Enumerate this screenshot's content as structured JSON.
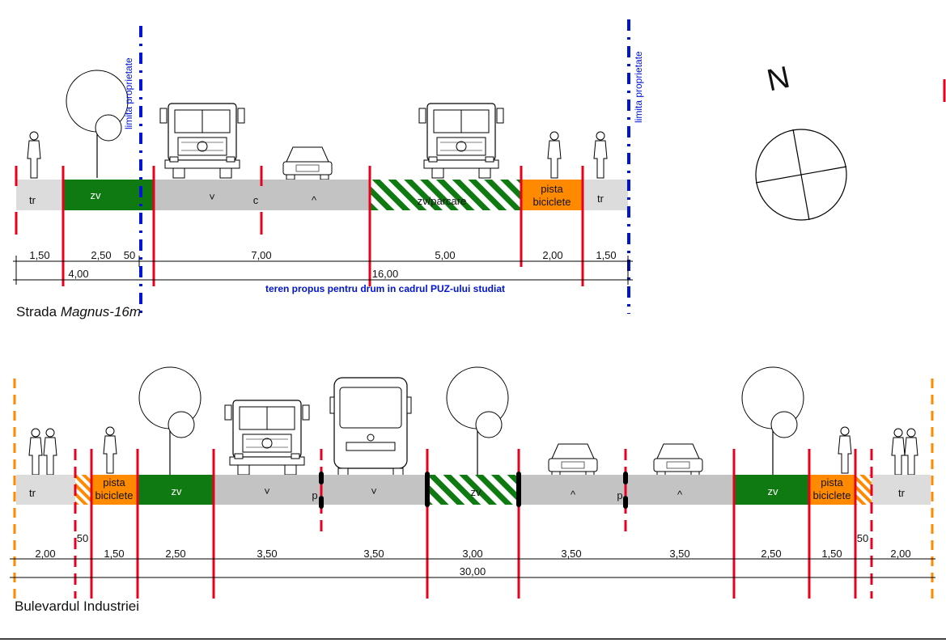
{
  "colors": {
    "sidewalk": "#dcdcdc",
    "green_strip": "#0f7a12",
    "bike_lane": "#ff8a00",
    "roadway": "#c3c3c3",
    "separator_red": "#e8001c",
    "property_line_blue": "#0014d6",
    "dashed_orange": "#ff8a00",
    "dimension_line": "#000000"
  },
  "north_arrow": {
    "label": "N"
  },
  "section_1": {
    "title_prefix": "Strada ",
    "title_name": "Magnus",
    "title_suffix": "-16m",
    "property_label_left": "limita proprietate",
    "property_label_right": "limita proprietate",
    "note": "teren propus pentru drum in cadrul PUZ-ului studiat",
    "bands": {
      "tr_left": "tr",
      "zv": "zv",
      "arrow_down": "˅",
      "c": "c",
      "arrow_up": "^",
      "zv_parcare": "zv/parcare",
      "pista_line1": "pista",
      "pista_line2": "biciclete",
      "tr_right": "tr"
    },
    "dims_top": [
      "1,50",
      "2,50",
      "50",
      "7,00",
      "5,00",
      "2,00",
      "1,50"
    ],
    "dims_bottom": [
      "4,00",
      "16,00"
    ]
  },
  "section_2": {
    "title": "Bulevardul Industriei",
    "bands": {
      "tr_left": "tr",
      "pista_left_1": "pista",
      "pista_left_2": "biciclete",
      "zv_left": "zv",
      "down_1": "˅",
      "p_left": "p",
      "down_2": "˅",
      "zv_center": "zv",
      "up_1": "^",
      "p_right": "p",
      "up_2": "^",
      "zv_right": "zv",
      "pista_right_1": "pista",
      "pista_right_2": "biciclete",
      "tr_right": "tr"
    },
    "dims_top": [
      "2,00",
      "50",
      "1,50",
      "2,50",
      "3,50",
      "3,50",
      "3,00",
      "3,50",
      "3,50",
      "2,50",
      "1,50",
      "50",
      "2,00"
    ],
    "dims_bottom": [
      "30,00"
    ]
  }
}
